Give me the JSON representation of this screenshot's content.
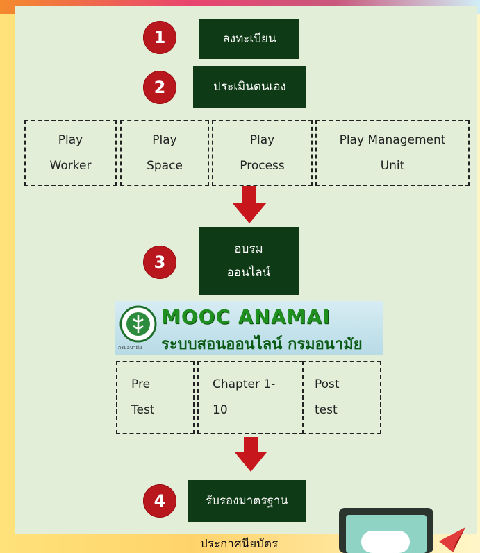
{
  "steps": [
    {
      "number": "1",
      "label": "ลงทะเบียน"
    },
    {
      "number": "2",
      "label": "ประเมินตนเอง"
    },
    {
      "number": "3",
      "label_line1": "อบรม",
      "label_line2": "ออนไลน์"
    },
    {
      "number": "4",
      "label": "รับรองมาตรฐาน"
    }
  ],
  "assessment_boxes": [
    {
      "line1": "Play",
      "line2": "Worker"
    },
    {
      "line1": "Play",
      "line2": "Space"
    },
    {
      "line1": "Play",
      "line2": "Process"
    },
    {
      "line1": "Play Management",
      "line2": "Unit"
    }
  ],
  "mooc_banner": {
    "title": "MOOC ANAMAI",
    "subtitle": "ระบบสอนออนไลน์ กรมอนามัย",
    "logo_text": "กรมอนามัย"
  },
  "course_boxes": [
    {
      "line1": "Pre",
      "line2": "Test"
    },
    {
      "line1": "Chapter 1-",
      "line2": "10"
    },
    {
      "line1": "Post",
      "line2": "test"
    }
  ],
  "certificate_label": "ประกาศนียบัตร",
  "colors": {
    "badge": "#b8171d",
    "step_box": "#0f3a16",
    "panel": "#e2eed8",
    "arrow": "#c8161d"
  }
}
